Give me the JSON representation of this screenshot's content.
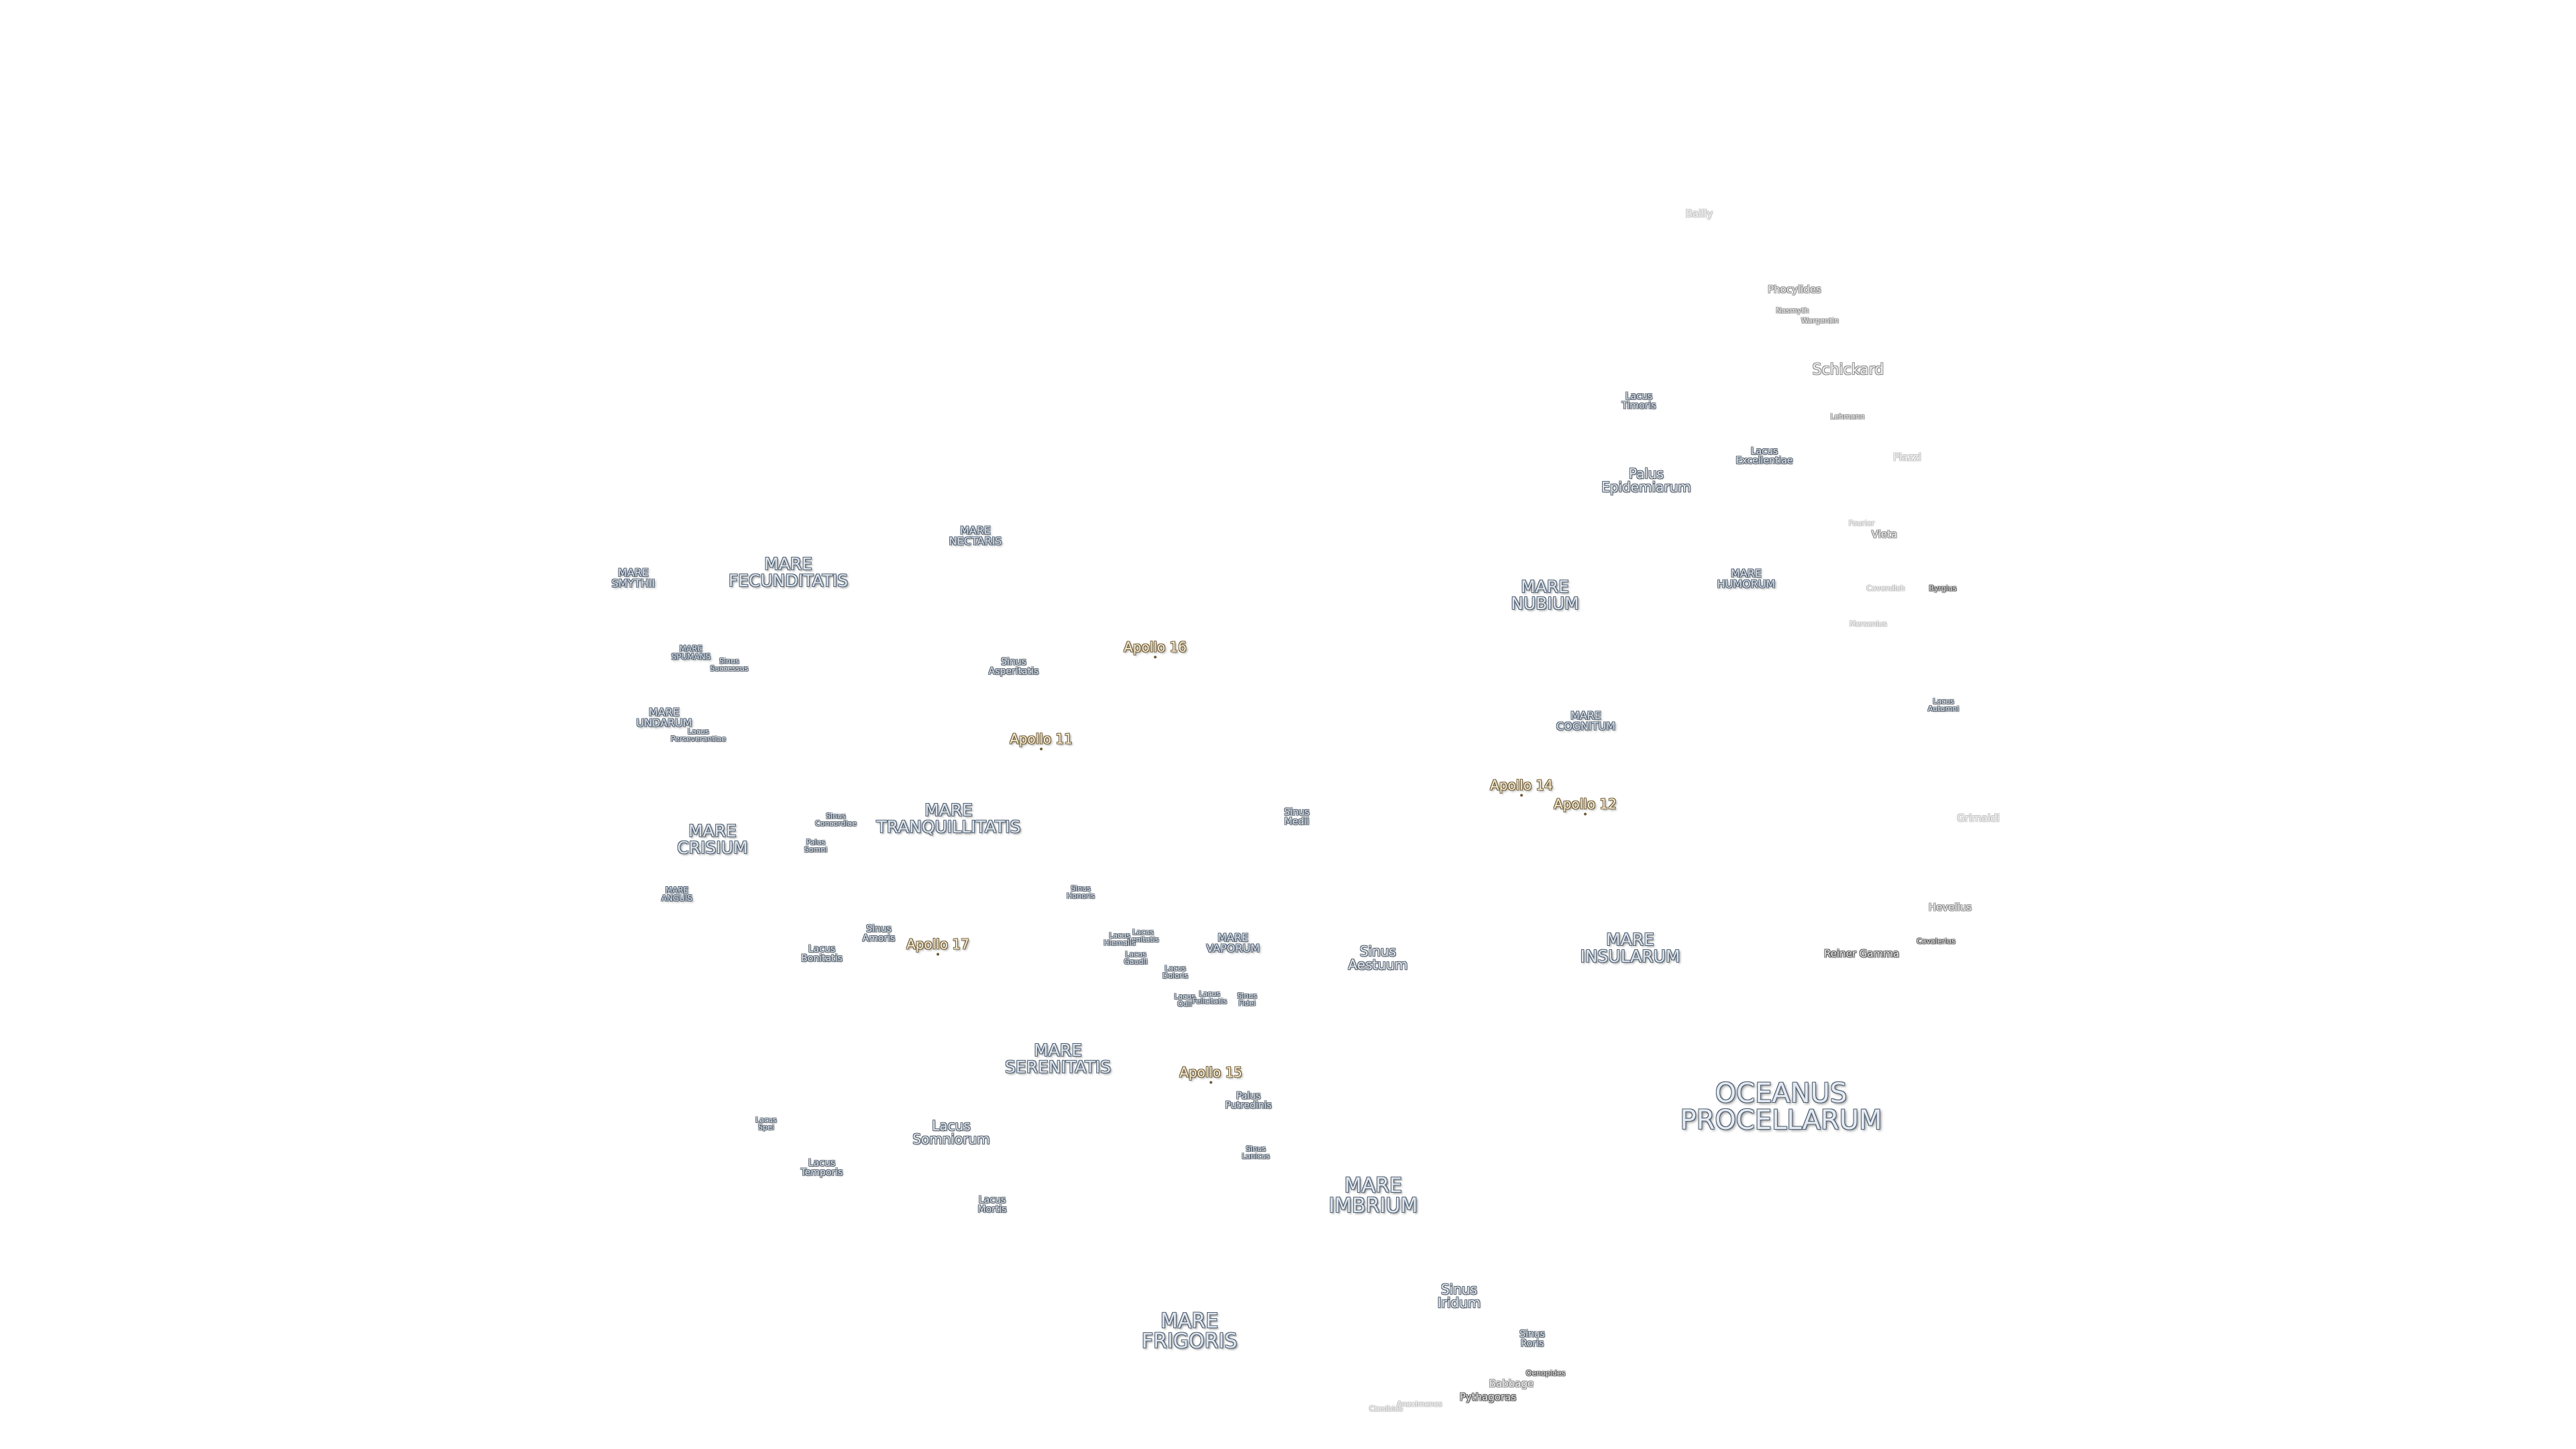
{
  "map": {
    "background": "#ffffff",
    "oceanus": {
      "procellarum": [
        "OCEANUS",
        "PROCELLARUM"
      ]
    },
    "maria": {
      "smythii": [
        "MARE",
        "SMYTHII"
      ],
      "fecunditatis": [
        "MARE",
        "FECUNDITATIS"
      ],
      "nectaris": [
        "MARE",
        "NECTARIS"
      ],
      "spumans": [
        "MARE",
        "SPUMANS"
      ],
      "undarum": [
        "MARE",
        "UNDARUM"
      ],
      "crisium": [
        "MARE",
        "CRISIUM"
      ],
      "anguis": [
        "MARE",
        "ANGUIS"
      ],
      "tranquillitatis": [
        "MARE",
        "TRANQUILLITATIS"
      ],
      "vaporum": [
        "MARE",
        "VAPORUM"
      ],
      "serenitatis": [
        "MARE",
        "SERENITATIS"
      ],
      "imbrium": [
        "MARE",
        "IMBRIUM"
      ],
      "frigoris": [
        "MARE",
        "FRIGORIS"
      ],
      "nubium": [
        "MARE",
        "NUBIUM"
      ],
      "humorum": [
        "MARE",
        "HUMORUM"
      ],
      "cognitum": [
        "MARE",
        "COGNITUM"
      ],
      "insularum": [
        "MARE",
        "INSULARUM"
      ]
    },
    "features": {
      "sinus_successus": [
        "Sinus",
        "Successus"
      ],
      "lacus_perseverantiae": [
        "Lacus",
        "Perseverantiae"
      ],
      "sinus_asperitatis": [
        "Sinus",
        "Asperitatis"
      ],
      "sinus_concordiae": [
        "Sinus",
        "Concordiae"
      ],
      "palus_somni": [
        "Palus",
        "Somni"
      ],
      "sinus_honoris": [
        "Sinus",
        "Honoris"
      ],
      "sinus_amoris": [
        "Sinus",
        "Amoris"
      ],
      "lacus_bonitatis": [
        "Lacus",
        "Bonitatis"
      ],
      "lacus_lenitatis": [
        "Lacus",
        "Lenitatis"
      ],
      "lacus_hiemalis": [
        "Lacus",
        "Hiemalis"
      ],
      "lacus_gaudii": [
        "Lacus",
        "Gaudii"
      ],
      "lacus_doloris": [
        "Lacus",
        "Doloris"
      ],
      "lacus_odii": [
        "Lacus",
        "Odii"
      ],
      "lacus_felicitatis": [
        "Lacus",
        "Felicitatis"
      ],
      "sinus_fidei": [
        "Sinus",
        "Fidei"
      ],
      "sinus_medii": [
        "Sinus",
        "Medii"
      ],
      "sinus_aestuum": [
        "Sinus",
        "Aestuum"
      ],
      "palus_putredinis": [
        "Palus",
        "Putredinis"
      ],
      "sinus_lunicus": [
        "Sinus",
        "Lunicus"
      ],
      "lacus_spei": [
        "Lacus",
        "Spei"
      ],
      "lacus_temporis": [
        "Lacus",
        "Temporis"
      ],
      "lacus_somniorum": [
        "Lacus",
        "Somniorum"
      ],
      "lacus_mortis": [
        "Lacus",
        "Mortis"
      ],
      "sinus_iridum": [
        "Sinus",
        "Iridum"
      ],
      "sinus_roris": [
        "Sinus",
        "Roris"
      ],
      "lacus_timoris": [
        "Lacus",
        "Timoris"
      ],
      "lacus_excellentiae": [
        "Lacus",
        "Excellentiae"
      ],
      "palus_epidemiarum": [
        "Palus",
        "Epidemiarum"
      ],
      "lacus_autumni": [
        "Lacus",
        "Autumni"
      ]
    },
    "apollo": {
      "a16": "Apollo 16",
      "a11": "Apollo 11",
      "a14": "Apollo 14",
      "a12": "Apollo 12",
      "a17": "Apollo 17",
      "a15": "Apollo 15"
    },
    "craters": {
      "bailly": "Bailly",
      "phocylides": "Phocylides",
      "nasmyth": "Nasmyth",
      "wargentin": "Wargentin",
      "schickard": "Schickard",
      "lehmann": "Lehmann",
      "piazzi": "Piazzi",
      "fourier": "Fourier",
      "vieta": "Vieta",
      "cavendish": "Cavendish",
      "byrgius": "Byrgius",
      "mersenius": "Mersenius",
      "grimaldi": "Grimaldi",
      "hevelius": "Hevelius",
      "cavalerius": "Cavalerius",
      "reiner_gamma": "Reiner Gamma",
      "babbage": "Babbage",
      "oenopides": "Oenopides",
      "pythagoras": "Pythagoras",
      "anaximenes": "Anaximenes",
      "ctesibius": "Ctesibius"
    }
  }
}
